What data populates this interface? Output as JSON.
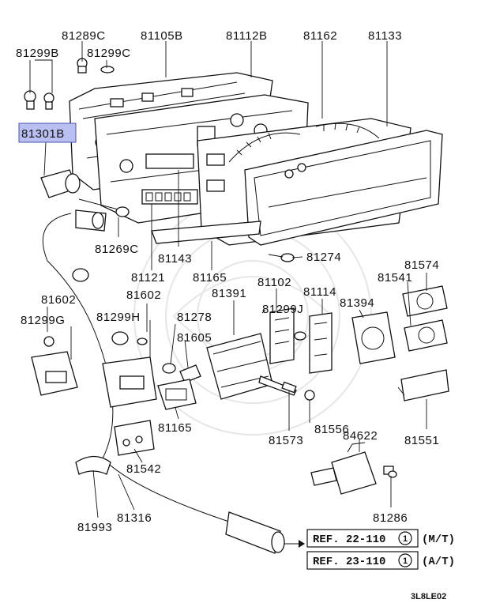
{
  "labels": {
    "p81289C": "81289C",
    "p81105B": "81105B",
    "p81112B": "81112B",
    "p81162": "81162",
    "p81133": "81133",
    "p81299B": "81299B",
    "p81299C": "81299C",
    "p81301B": "81301B",
    "p81269C": "81269C",
    "p81143": "81143",
    "p81274": "81274",
    "p81121": "81121",
    "p81165a": "81165",
    "p81574": "81574",
    "p81102": "81102",
    "p81114": "81114",
    "p81541": "81541",
    "p81602a": "81602",
    "p81602b": "81602",
    "p81391": "81391",
    "p81299J": "81299J",
    "p81394": "81394",
    "p81299G": "81299G",
    "p81299H": "81299H",
    "p81278": "81278",
    "p81605": "81605",
    "p81165b": "81165",
    "p81556": "81556",
    "p81573": "81573",
    "p81551": "81551",
    "p84622": "84622",
    "p81542": "81542",
    "p81286": "81286",
    "p81316": "81316",
    "p81993": "81993"
  },
  "references": [
    {
      "text": "REF. 22-110",
      "circle": "1",
      "suffix": "(M/T)"
    },
    {
      "text": "REF. 23-110",
      "circle": "1",
      "suffix": "(A/T)"
    }
  ],
  "diagram_code": "3L8LE02",
  "colors": {
    "highlight": "#b9bff0",
    "line": "#111111",
    "watermark": "#e6e6e6"
  }
}
